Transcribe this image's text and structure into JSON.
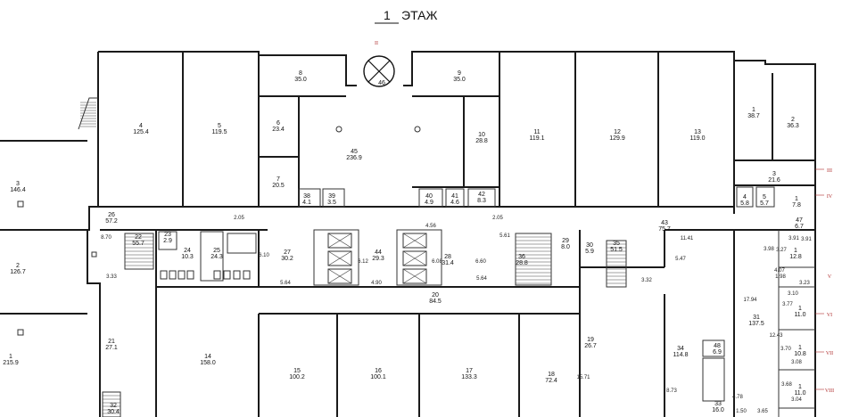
{
  "title": {
    "number": "1",
    "label": "ЭТАЖ"
  },
  "compass": {
    "value": "46"
  },
  "axis_marks": [
    "II",
    "III",
    "IV",
    "V",
    "VI",
    "VII",
    "VIII"
  ],
  "rooms": [
    {
      "id": "r1",
      "n": "1",
      "a": "215.9"
    },
    {
      "id": "r2",
      "n": "2",
      "a": "126.7"
    },
    {
      "id": "r3",
      "n": "3",
      "a": "146.4"
    },
    {
      "id": "r4",
      "n": "4",
      "a": "125.4"
    },
    {
      "id": "r5",
      "n": "5",
      "a": "119.5"
    },
    {
      "id": "r6",
      "n": "6",
      "a": "23.4"
    },
    {
      "id": "r7",
      "n": "7",
      "a": "20.5"
    },
    {
      "id": "r8",
      "n": "8",
      "a": "35.0"
    },
    {
      "id": "r9",
      "n": "9",
      "a": "35.0"
    },
    {
      "id": "r10",
      "n": "10",
      "a": "28.8"
    },
    {
      "id": "r11",
      "n": "11",
      "a": "119.1"
    },
    {
      "id": "r12",
      "n": "12",
      "a": "129.9"
    },
    {
      "id": "r13",
      "n": "13",
      "a": "119.0"
    },
    {
      "id": "r14",
      "n": "14",
      "a": "158.0"
    },
    {
      "id": "r15",
      "n": "15",
      "a": "100.2"
    },
    {
      "id": "r16",
      "n": "16",
      "a": "100.1"
    },
    {
      "id": "r17",
      "n": "17",
      "a": "133.3"
    },
    {
      "id": "r18",
      "n": "18",
      "a": "72.4"
    },
    {
      "id": "r19",
      "n": "19",
      "a": "26.7"
    },
    {
      "id": "r20",
      "n": "20",
      "a": "84.5"
    },
    {
      "id": "r21",
      "n": "21",
      "a": "27.1"
    },
    {
      "id": "r22",
      "n": "22",
      "a": "55.7"
    },
    {
      "id": "r23",
      "n": "23",
      "a": "2.9"
    },
    {
      "id": "r24",
      "n": "24",
      "a": "10.3"
    },
    {
      "id": "r25",
      "n": "25",
      "a": "24.3"
    },
    {
      "id": "r26",
      "n": "26",
      "a": "57.2"
    },
    {
      "id": "r27",
      "n": "27",
      "a": "30.2"
    },
    {
      "id": "r28",
      "n": "28",
      "a": "31.4"
    },
    {
      "id": "r29",
      "n": "29",
      "a": "8.0"
    },
    {
      "id": "r30",
      "n": "30",
      "a": "5.9"
    },
    {
      "id": "r31",
      "n": "31",
      "a": "137.5"
    },
    {
      "id": "r32",
      "n": "32",
      "a": "30.4"
    },
    {
      "id": "r33",
      "n": "33",
      "a": "16.0"
    },
    {
      "id": "r34",
      "n": "34",
      "a": "114.8"
    },
    {
      "id": "r35",
      "n": "35",
      "a": "51.5"
    },
    {
      "id": "r36",
      "n": "36",
      "a": "28.8"
    },
    {
      "id": "r38",
      "n": "38",
      "a": "4.1"
    },
    {
      "id": "r39",
      "n": "39",
      "a": "3.5"
    },
    {
      "id": "r40",
      "n": "40",
      "a": "4.9"
    },
    {
      "id": "r41",
      "n": "41",
      "a": "4.6"
    },
    {
      "id": "r42",
      "n": "42",
      "a": "8.3"
    },
    {
      "id": "r43",
      "n": "43",
      "a": "75.7"
    },
    {
      "id": "r44",
      "n": "44",
      "a": "29.3"
    },
    {
      "id": "r45",
      "n": "45",
      "a": "236.9"
    },
    {
      "id": "r47",
      "n": "47",
      "a": "6.7"
    },
    {
      "id": "r48",
      "n": "48",
      "a": "6.9"
    },
    {
      "id": "re1",
      "n": "1",
      "a": "38.7"
    },
    {
      "id": "re2",
      "n": "2",
      "a": "36.3"
    },
    {
      "id": "re3",
      "n": "3",
      "a": "21.6"
    },
    {
      "id": "re4",
      "n": "4",
      "a": "5.8"
    },
    {
      "id": "re5",
      "n": "5",
      "a": "5.7"
    },
    {
      "id": "re6",
      "n": "1",
      "a": "7.8"
    },
    {
      "id": "re7",
      "n": "1",
      "a": "12.8"
    },
    {
      "id": "re8",
      "n": "1",
      "a": "11.0"
    },
    {
      "id": "re9",
      "n": "1",
      "a": "10.8"
    },
    {
      "id": "re10",
      "n": "1",
      "a": "11.0"
    }
  ],
  "dimensions": [
    "2.05",
    "2.05",
    "4.56",
    "5.61",
    "11.41",
    "3.91",
    "3.98",
    "3.27",
    "4.07",
    "3.23",
    "5.47",
    "3.32",
    "3.10",
    "3.77",
    "12.43",
    "3.70",
    "3.08",
    "3.68",
    "3.04",
    "4.78",
    "1.50",
    "3.65",
    "8.70",
    "3.33",
    "6.10",
    "6.12",
    "6.08",
    "6.60",
    "5.64",
    "4.90",
    "5.64",
    "8.73",
    "15.71",
    "17.94",
    "1.98",
    "3.91"
  ]
}
